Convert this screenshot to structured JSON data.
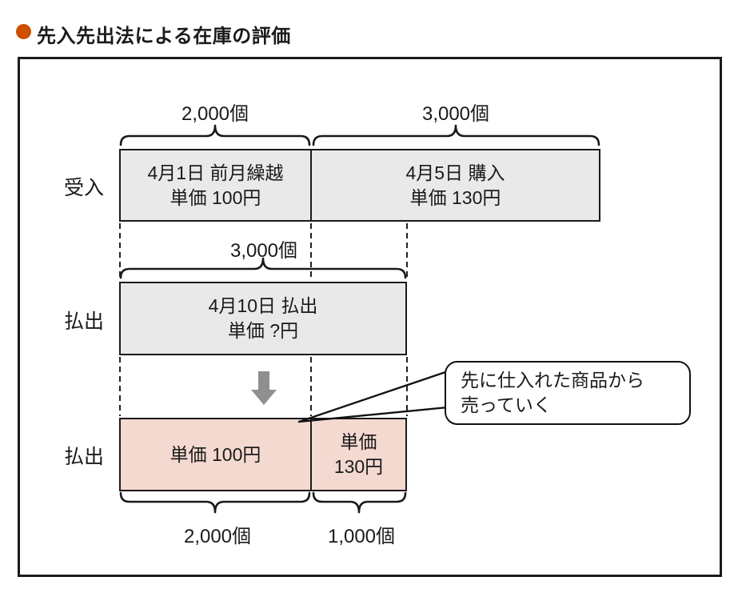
{
  "title": "先入先出法による在庫の評価",
  "colors": {
    "accent_bullet": "#cf4f00",
    "box_gray": "#e9e9e9",
    "box_pink": "#f4d9d0",
    "arrow_gray": "#8f8f8f",
    "line_black": "#1a1a1a"
  },
  "receive": {
    "label": "受入",
    "box1": {
      "line1": "4月1日 前月繰越",
      "line2": "単価 100円",
      "qty": "2,000個"
    },
    "box2": {
      "line1": "4月5日 購入",
      "line2": "単価 130円",
      "qty": "3,000個"
    }
  },
  "issue": {
    "label": "払出",
    "box": {
      "line1": "4月10日 払出",
      "line2": "単価 ?円",
      "qty": "3,000個"
    }
  },
  "result": {
    "label": "払出",
    "box1": {
      "line1": "単価 100円",
      "qty": "2,000個"
    },
    "box2": {
      "line1": "単価",
      "line2": "130円",
      "qty": "1,000個"
    }
  },
  "callout": {
    "line1": "先に仕入れた商品から",
    "line2": "売っていく"
  }
}
